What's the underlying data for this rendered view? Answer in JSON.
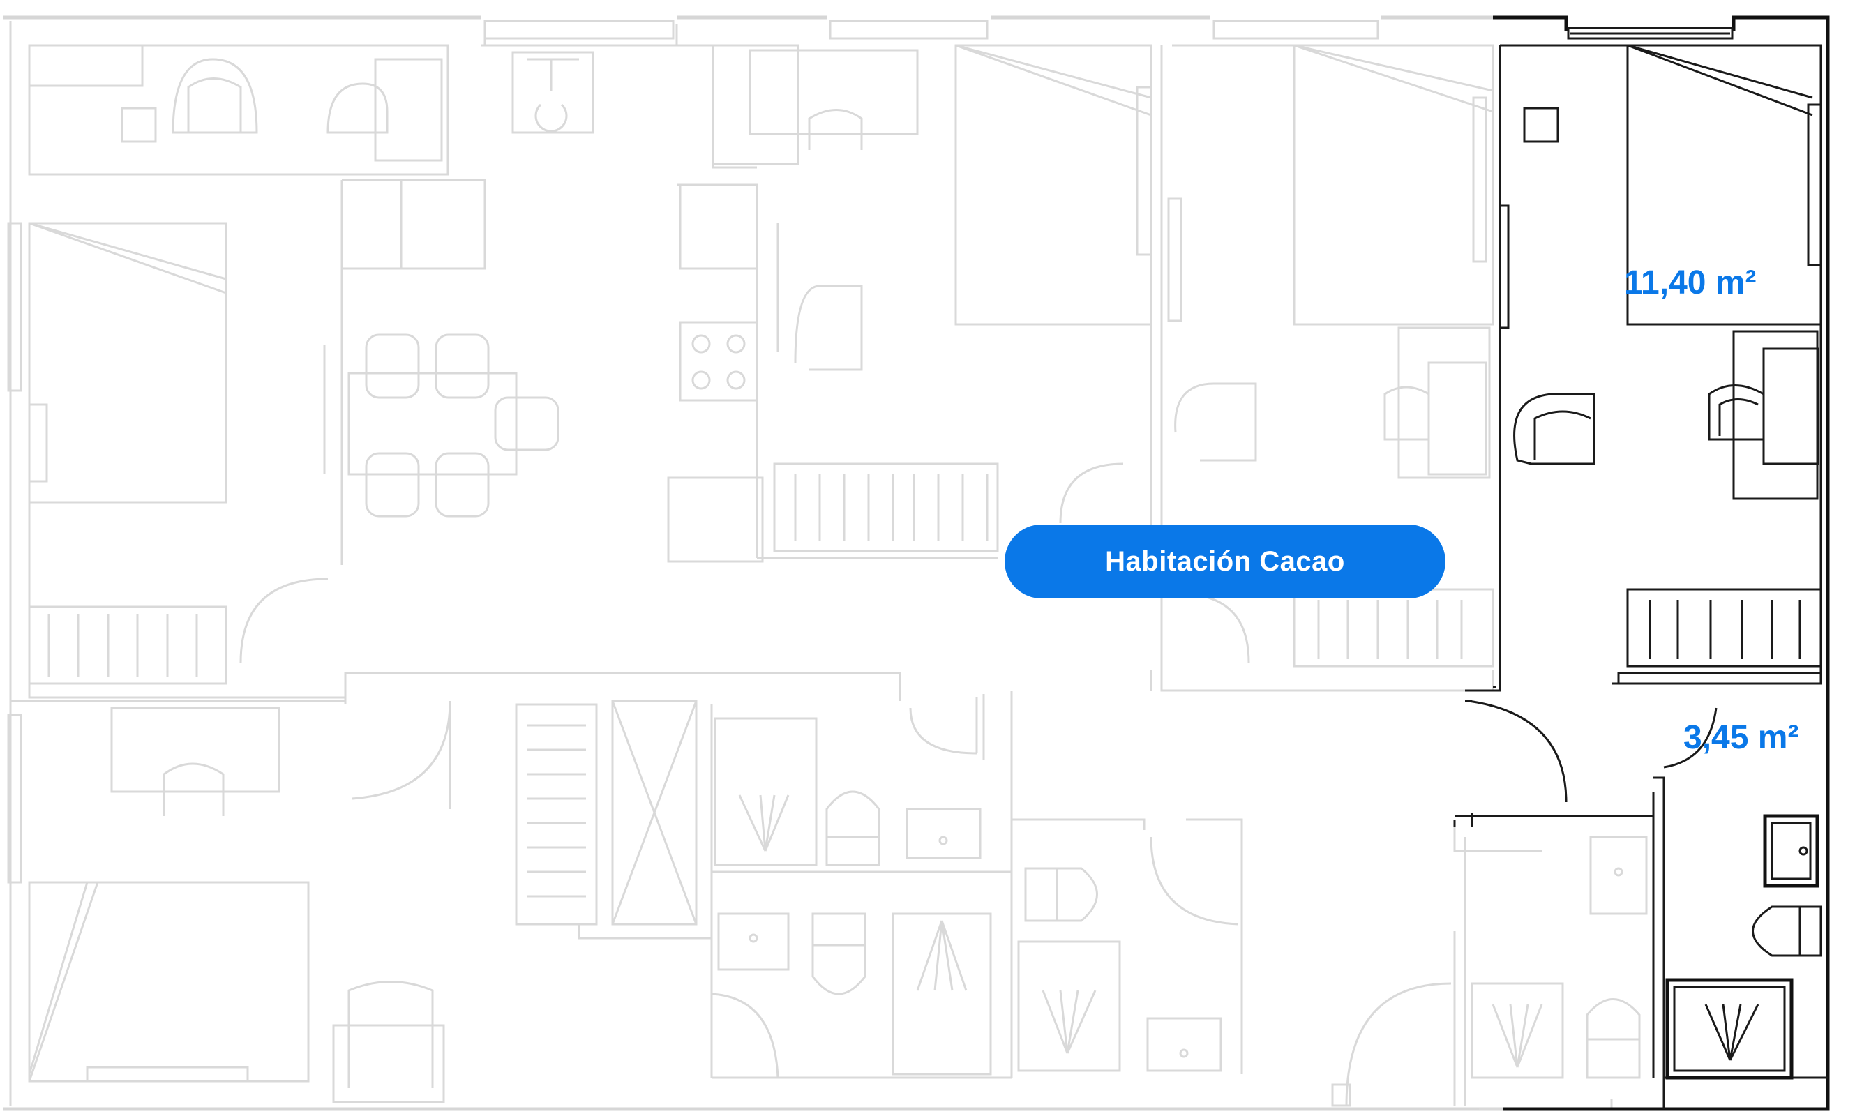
{
  "room_label": "Habitación Cacao",
  "areas": {
    "room_area": "11,40 m²",
    "bath_area": "3,45 m²"
  },
  "colors": {
    "accent": "#0a78e8",
    "faint_line": "#d9d9d9",
    "dark_line": "#1a1a1a",
    "background": "#ffffff"
  },
  "icons": [
    "desk-chair-icon",
    "bed-icon",
    "wardrobe-icon",
    "shower-icon",
    "toilet-icon",
    "sink-icon",
    "stove-icon",
    "door-swing-icon"
  ]
}
